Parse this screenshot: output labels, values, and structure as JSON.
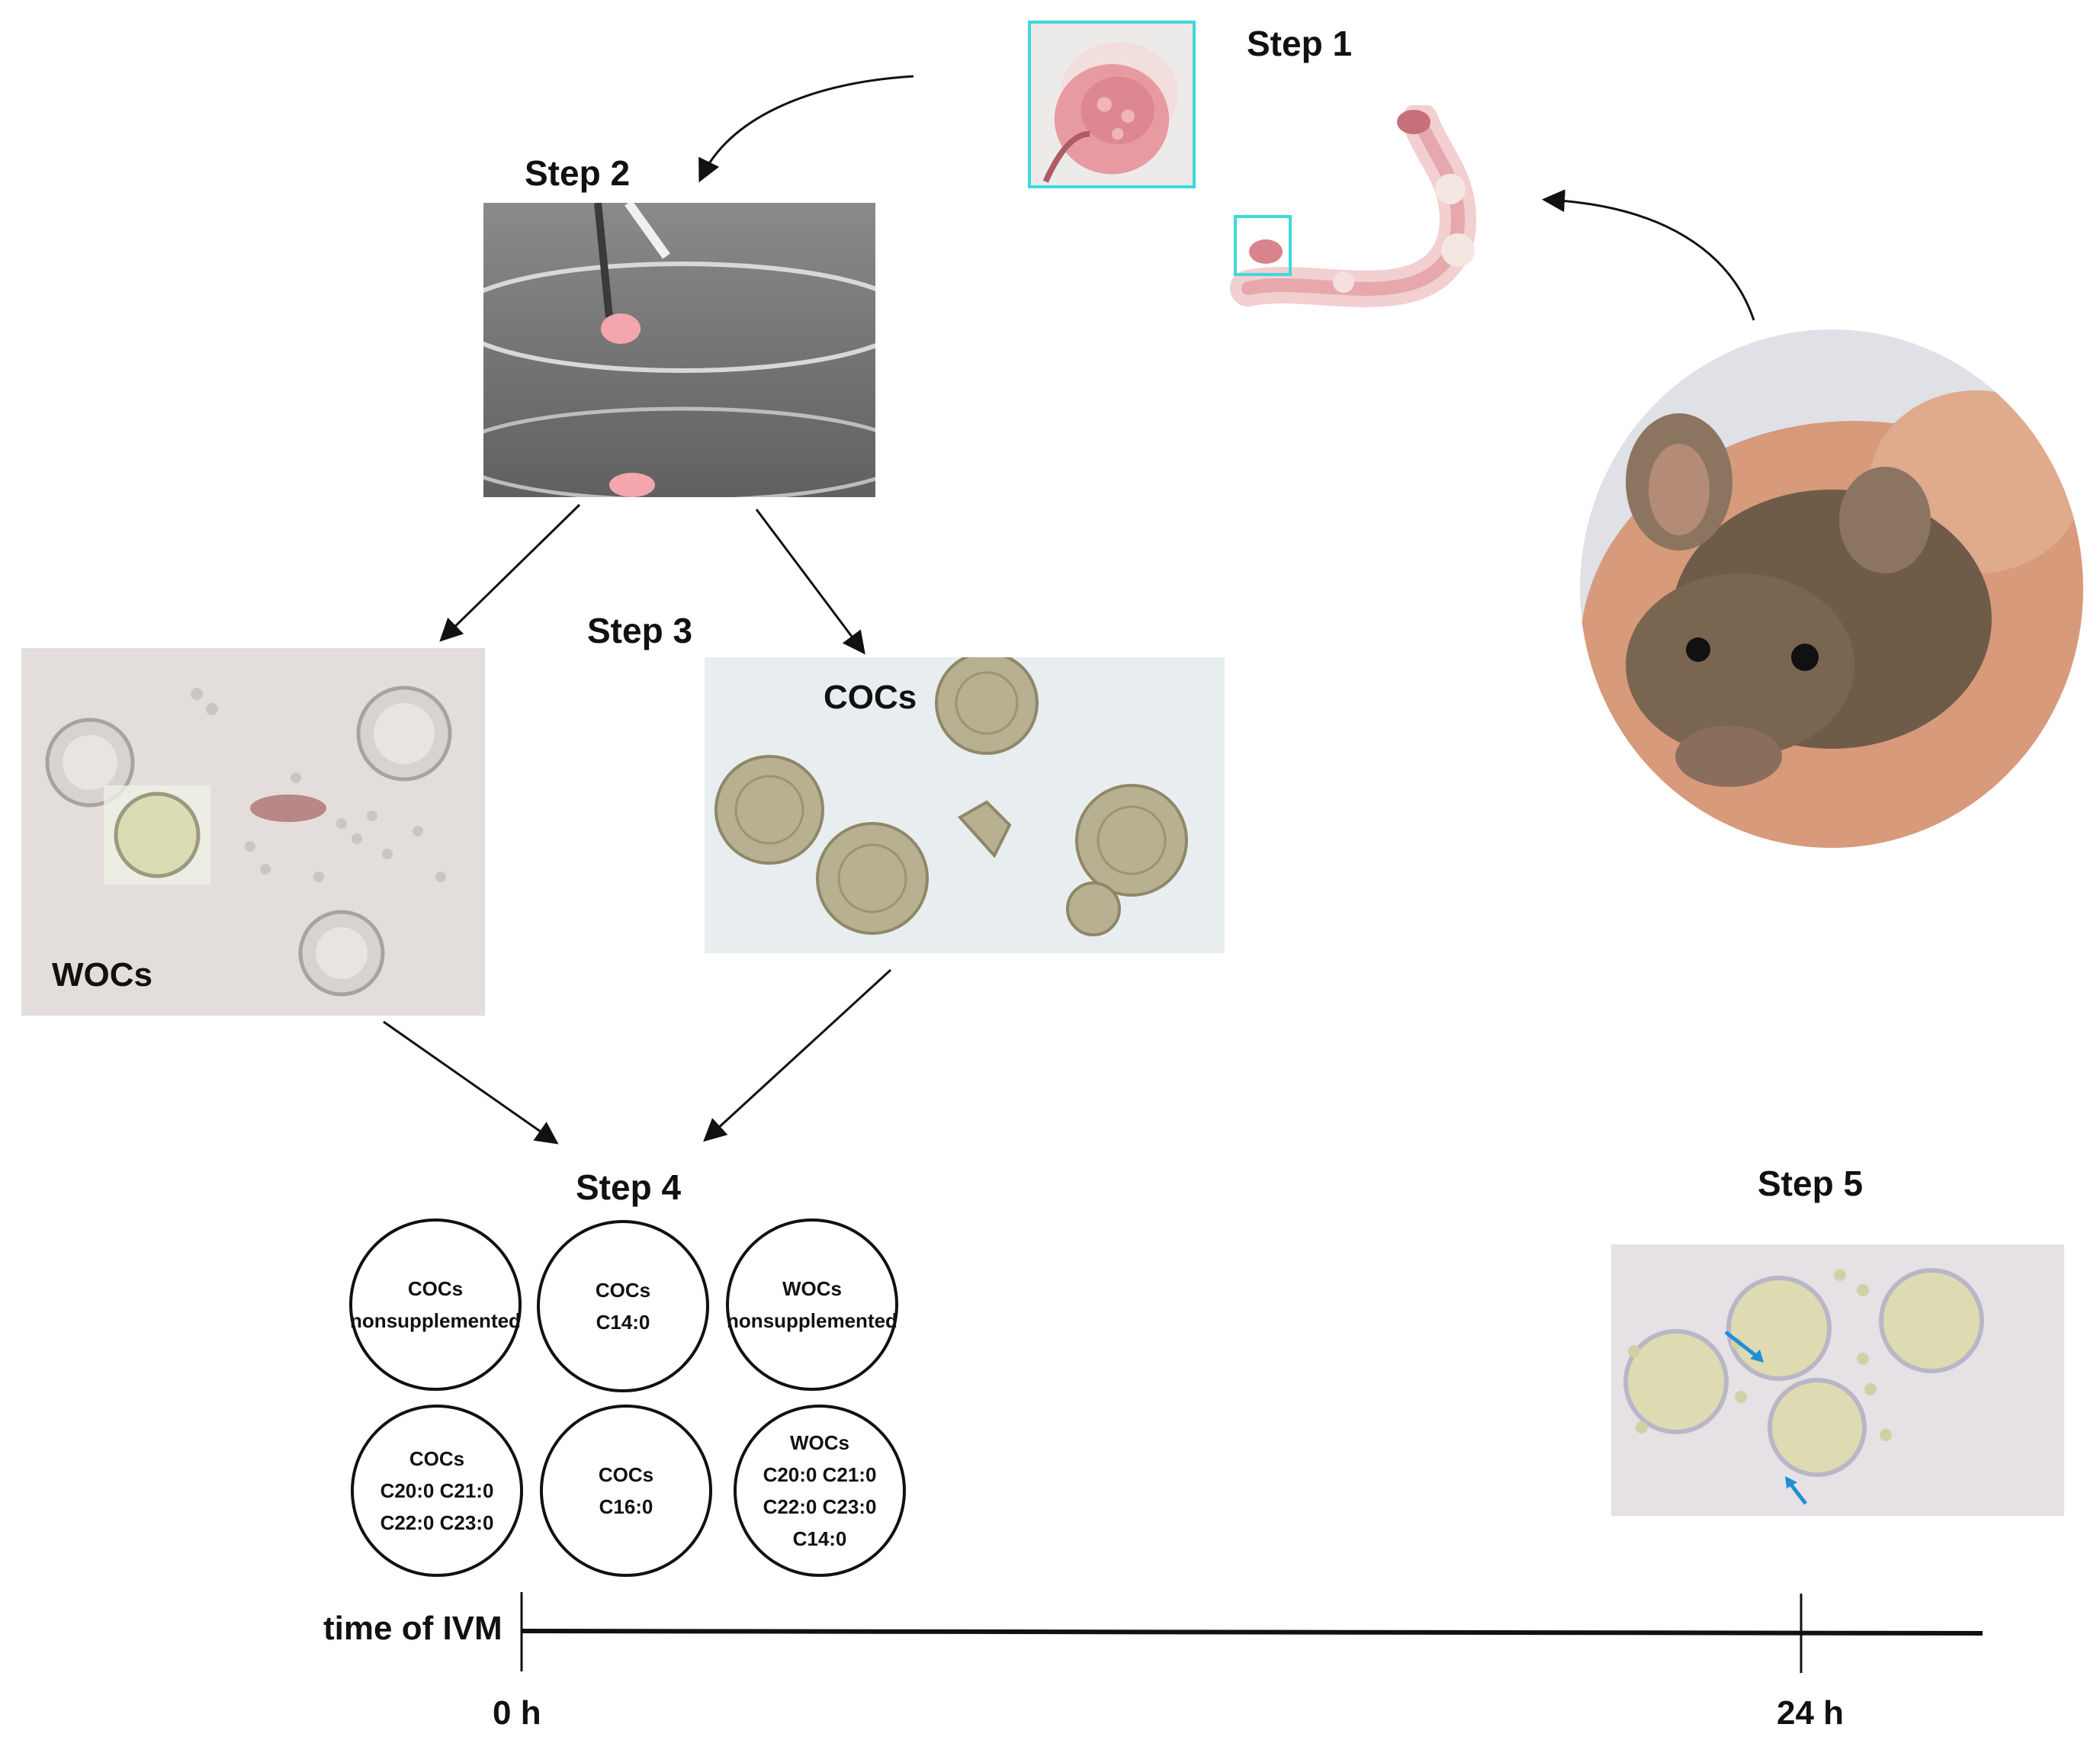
{
  "steps": {
    "step1": "Step 1",
    "step2": "Step 2",
    "step3": "Step 3",
    "step4": "Step 4",
    "step5": "Step 5"
  },
  "panels": {
    "wocs_label": "WOCs",
    "cocs_label": "COCs"
  },
  "wells": [
    {
      "lines": [
        "COCs",
        "nonsupplemented"
      ]
    },
    {
      "lines": [
        "COCs",
        "C14:0"
      ]
    },
    {
      "lines": [
        "WOCs",
        "nonsupplemented"
      ]
    },
    {
      "lines": [
        "COCs",
        "C20:0  C21:0",
        "C22:0  C23:0"
      ]
    },
    {
      "lines": [
        "COCs",
        "C16:0"
      ]
    },
    {
      "lines": [
        "WOCs",
        "C20:0  C21:0",
        "C22:0  C23:0",
        "C14:0"
      ]
    }
  ],
  "timeline": {
    "label": "time of IVM",
    "start": "0 h",
    "end": "24 h"
  },
  "colors": {
    "highlight_box": "#3fd8dc",
    "arrow_marker": "#1f8fd6",
    "tissue_pink": "#e9a7ae",
    "mouse_fur": "#6e5a45"
  }
}
